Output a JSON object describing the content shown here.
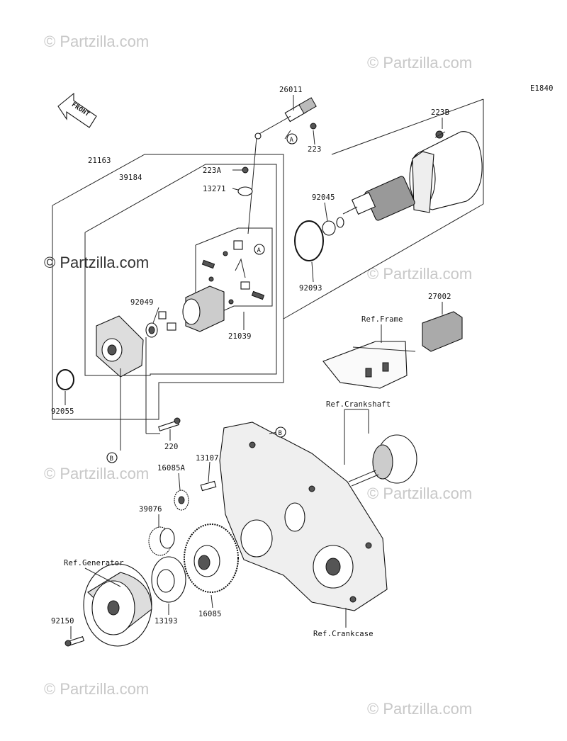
{
  "diagram_code": "E1840",
  "watermark": "© Partzilla.com",
  "front_label": "FRONT",
  "callouts": {
    "a": "A",
    "b": "B"
  },
  "labels": {
    "p26011": "26011",
    "p223": "223",
    "p223b": "223B",
    "p21163": "21163",
    "p39184": "39184",
    "p223a": "223A",
    "p13271": "13271",
    "p92045": "92045",
    "p92093": "92093",
    "p92049": "92049",
    "p21039": "21039",
    "p27002": "27002",
    "p92055": "92055",
    "p220": "220",
    "p13107": "13107",
    "p16085a": "16085A",
    "p39076": "39076",
    "p16085": "16085",
    "p13193": "13193",
    "p92150": "92150",
    "ref_frame": "Ref.Frame",
    "ref_crankshaft": "Ref.Crankshaft",
    "ref_generator": "Ref.Generator",
    "ref_crankcase": "Ref.Crankcase"
  }
}
